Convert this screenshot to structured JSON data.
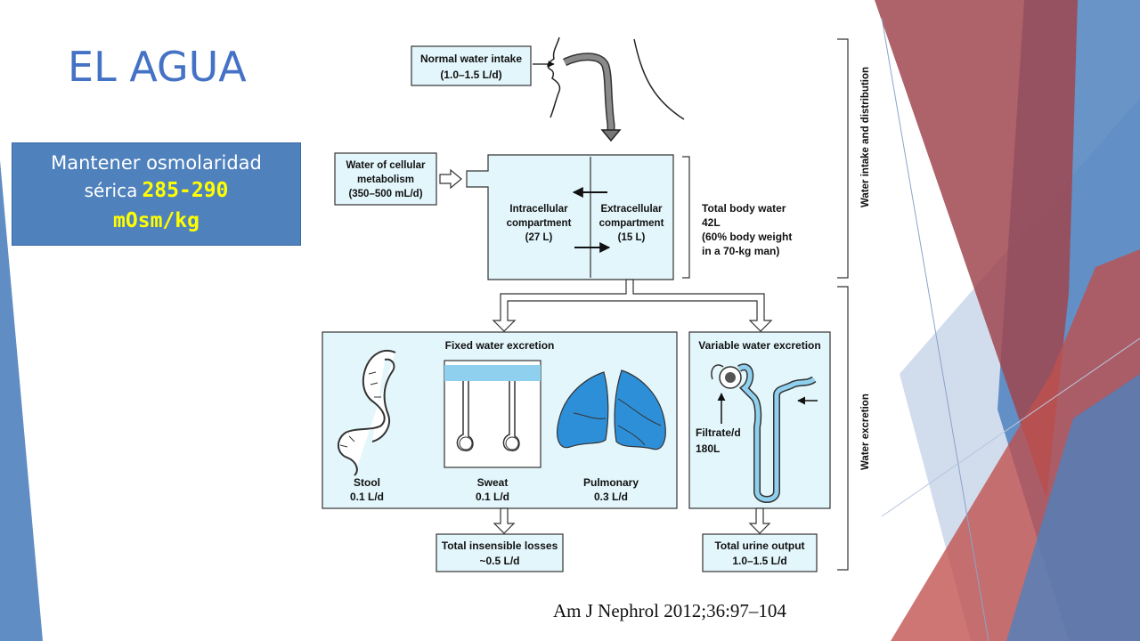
{
  "slide": {
    "title": "EL AGUA",
    "callout": {
      "line1": "Mantener osmolaridad",
      "prefix": "sérica",
      "range": "285-290",
      "unit": "mOsm/kg"
    },
    "citation": "Am J Nephrol 2012;36:97–104"
  },
  "diagram": {
    "intake": {
      "line1": "Normal water intake",
      "line2": "(1.0–1.5 L/d)"
    },
    "metabolism": {
      "line1": "Water of cellular",
      "line2": "metabolism",
      "line3": "(350–500 mL/d)"
    },
    "intracellular": {
      "line1": "Intracellular",
      "line2": "compartment",
      "line3": "(27 L)"
    },
    "extracellular": {
      "line1": "Extracellular",
      "line2": "compartment",
      "line3": "(15 L)"
    },
    "total_body": {
      "line1": "Total body water",
      "line2": "42L",
      "line3": "(60% body weight",
      "line4": "in a 70-kg man)"
    },
    "side_intake": "Water intake and distribution",
    "side_excretion": "Water excretion",
    "fixed": {
      "title": "Fixed water excretion",
      "stool": {
        "name": "Stool",
        "value": "0.1 L/d"
      },
      "sweat": {
        "name": "Sweat",
        "value": "0.1 L/d"
      },
      "pulmonary": {
        "name": "Pulmonary",
        "value": "0.3 L/d"
      }
    },
    "variable": {
      "title": "Variable water excretion",
      "filtrate_label": "Filtrate/d",
      "filtrate_value": "180L"
    },
    "insensible": {
      "line1": "Total insensible losses",
      "line2": "~0.5 L/d"
    },
    "urine": {
      "line1": "Total urine output",
      "line2": "1.0–1.5 L/d"
    },
    "colors": {
      "box_fill": "#e3f6fb",
      "lung": "#2d8fd8",
      "tubule": "#8fd0ee"
    }
  }
}
